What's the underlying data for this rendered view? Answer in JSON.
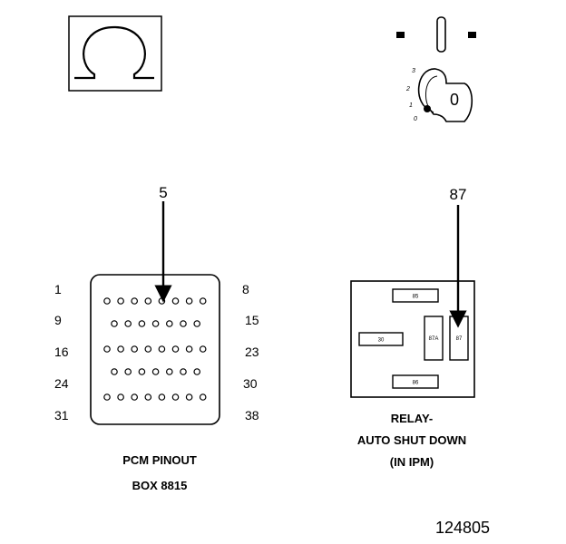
{
  "meter": {
    "symbol": "Ω"
  },
  "ignition": {
    "positions": [
      "3",
      "2",
      "1",
      "0"
    ],
    "key_label": "0"
  },
  "pcm": {
    "probe_pin": "5",
    "row_labels_left": [
      "1",
      "9",
      "16",
      "24",
      "31"
    ],
    "row_labels_right": [
      "8",
      "15",
      "23",
      "30",
      "38"
    ],
    "caption_line1": "PCM PINOUT",
    "caption_line2": "BOX 8815"
  },
  "relay": {
    "probe_terminal": "87",
    "terminals": {
      "t85": "85",
      "t30": "30",
      "t87a": "87A",
      "t87": "87",
      "t86": "86"
    },
    "caption_line1": "RELAY-",
    "caption_line2": "AUTO SHUT DOWN",
    "caption_line3": "(IN IPM)"
  },
  "figure_id": "124805"
}
